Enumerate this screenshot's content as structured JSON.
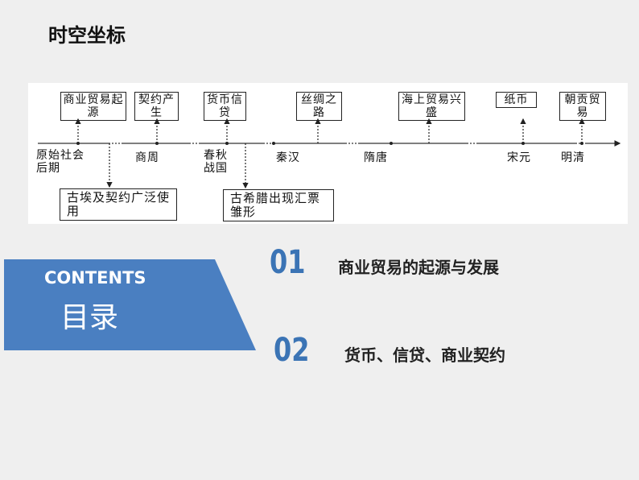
{
  "title": "时空坐标",
  "timeline": {
    "top_boxes": [
      "商业贸易起源",
      "契约产生",
      "货币信贷",
      "丝绸之路",
      "海上贸易兴盛",
      "纸币",
      "朝贡贸易"
    ],
    "bottom_boxes": [
      "古埃及契约广泛使用",
      "古希腊出现汇票雏形"
    ],
    "periods": [
      "原始社会后期",
      "商周",
      "春秋战国",
      "秦汉",
      "隋唐",
      "宋元",
      "明清"
    ]
  },
  "contents": {
    "heading": "CONTENTS",
    "subheading": "目录",
    "items": [
      {
        "num": "01",
        "label": "商业贸易的起源与发展"
      },
      {
        "num": "02",
        "label": "货币、信贷、商业契约"
      }
    ]
  },
  "colors": {
    "accent": "#4a7fc1"
  }
}
